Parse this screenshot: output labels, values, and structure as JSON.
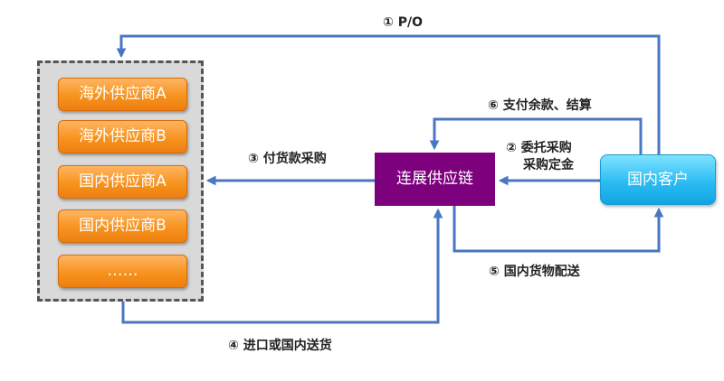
{
  "colors": {
    "arrow": "#4a76c3",
    "supplier": "#f7931e",
    "company": "#7d007d",
    "customer": "#2cbcf3",
    "panel": "#d9d9d9"
  },
  "suppliers": [
    {
      "label": "海外供应商A"
    },
    {
      "label": "海外供应商B"
    },
    {
      "label": "国内供应商A"
    },
    {
      "label": "国内供应商B"
    },
    {
      "label": "……"
    }
  ],
  "company": {
    "label": "连展供应链"
  },
  "customer": {
    "label": "国内客户"
  },
  "flows": {
    "po": "① P/O",
    "pay_balance": "⑥ 支付余款、结算",
    "entrust_line1": "② 委托采购",
    "entrust_line2": "采购定金",
    "pay_purchase": "③ 付货款采购",
    "domestic_delivery": "⑤ 国内货物配送",
    "import_delivery": "④ 进口或国内送货"
  }
}
